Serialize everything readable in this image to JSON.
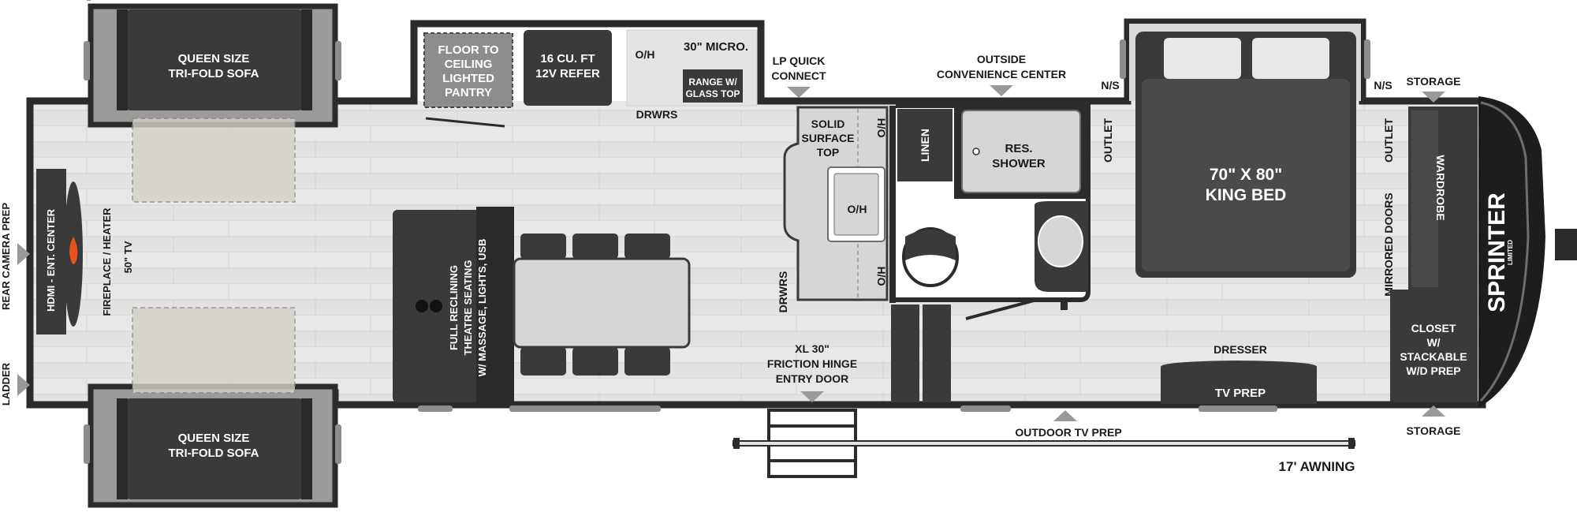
{
  "labels": {
    "rear_camera_prep": "REAR CAMERA PREP",
    "ladder": "LADDER",
    "hdmi_ent_center": "HDMI - ENT. CENTER",
    "fireplace_heater": "FIREPLACE / HEATER",
    "tv_50": "50\" TV",
    "sofa_top": [
      "QUEEN SIZE",
      "TRI-FOLD SOFA"
    ],
    "sofa_bottom": [
      "QUEEN SIZE",
      "TRI-FOLD SOFA"
    ],
    "pantry": [
      "FLOOR TO",
      "CEILING",
      "LIGHTED",
      "PANTRY"
    ],
    "refer": [
      "16 CU. FT",
      "12V REFER"
    ],
    "oh_kitchen": "O/H",
    "micro": "30\" MICRO.",
    "range": [
      "RANGE W/",
      "GLASS TOP"
    ],
    "drwrs_top": "DRWRS",
    "lp_quick": [
      "LP QUICK",
      "CONNECT"
    ],
    "solid_surface": [
      "SOLID",
      "SURFACE",
      "TOP"
    ],
    "ho_top": "H/O",
    "oh_sink": "O/H",
    "ho_bottom": "H/O",
    "drwrs_side": "DRWRS",
    "theatre_seating": [
      "FULL RECLINING",
      "THEATRE SEATING",
      "W/ MASSAGE, LIGHTS, USB"
    ],
    "entry_door": [
      "XL 30\"",
      "FRICTION HINGE",
      "ENTRY DOOR"
    ],
    "outside_conv": [
      "OUTSIDE",
      "CONVENIENCE CENTER"
    ],
    "linen": "LINEN",
    "res_shower": [
      "RES.",
      "SHOWER"
    ],
    "outlet_left": "OUTLET",
    "ns_left": "N/S",
    "king_bed": [
      "70\" X 80\"",
      "KING BED"
    ],
    "ns_right": "N/S",
    "storage_top": "STORAGE",
    "outlet_right": "OUTLET",
    "mirrored_doors": "MIRRORED DOORS",
    "wardrobe": "WARDROBE",
    "closet": [
      "CLOSET",
      "W/",
      "STACKABLE",
      "W/D PREP"
    ],
    "storage_bottom": "STORAGE",
    "dresser": "DRESSER",
    "tv_prep": "TV PREP",
    "outdoor_tv_prep": "OUTDOOR TV PREP",
    "awning": "17'  AWNING"
  },
  "logo": {
    "brand": "SPRINTER",
    "sub": "LIMITED"
  },
  "colors": {
    "wall": "#2b2b2b",
    "floor": "#e4e4e4",
    "furniture_dark": "#3a3a3a",
    "slide_gray": "#9a9a9a",
    "counter": "#d6d6d6",
    "accent_fire": "#e8501c"
  }
}
